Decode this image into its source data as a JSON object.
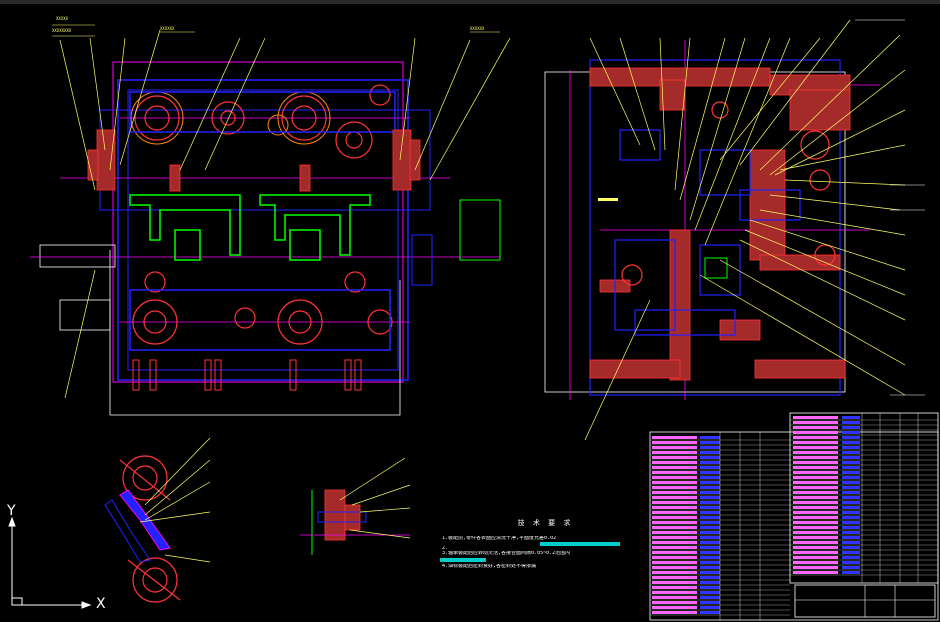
{
  "ucs": {
    "x_label": "X",
    "y_label": "Y"
  },
  "tech_requirements": {
    "title": "技 术 要 求",
    "lines": [
      "1.装配前,零件各表面应清洗干净,平面度允差0.02",
      "2.",
      "3.轴承装配后应转动灵活,各接合面间隙0.05~0.2范围内",
      "4.油标装配后密封良好,各密封处不得渗漏"
    ]
  },
  "colors": {
    "background": "#000000",
    "outline": "#0000ff",
    "centerline": "#ff00ff",
    "section": "#a52a2a",
    "gear": "#ff3333",
    "leader": "#ffff66",
    "green": "#00ff00",
    "cyan": "#00ffff",
    "white": "#ffffff",
    "table_fill": "#ff66ff"
  }
}
